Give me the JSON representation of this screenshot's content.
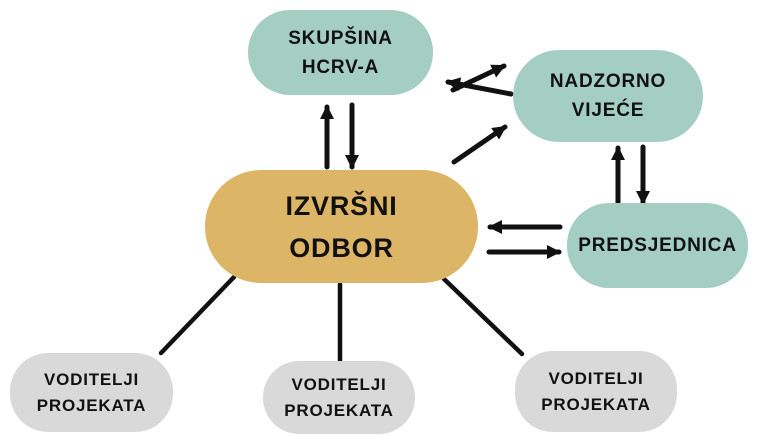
{
  "diagram": {
    "nodes": {
      "skupstina": {
        "lines": [
          "SKUPŠINA",
          "HCRV-A"
        ],
        "color": "#a5cec3"
      },
      "nadzorno": {
        "lines": [
          "NADZORNO",
          "VIJEĆE"
        ],
        "color": "#a5cec3"
      },
      "izvrsni": {
        "lines": [
          "IZVRŠNI",
          "ODBOR"
        ],
        "color": "#dcb566"
      },
      "predsjednica": {
        "lines": [
          "PREDSJEDNICA"
        ],
        "color": "#a5cec3"
      },
      "voditelji_1": {
        "lines": [
          "VODITELJI",
          "PROJEKATA"
        ],
        "color": "#d9d9d9"
      },
      "voditelji_2": {
        "lines": [
          "VODITELJI",
          "PROJEKATA"
        ],
        "color": "#d9d9d9"
      },
      "voditelji_3": {
        "lines": [
          "VODITELJI",
          "PROJEKATA"
        ],
        "color": "#d9d9d9"
      }
    },
    "edges": [
      {
        "between": [
          "skupstina",
          "izvrsni"
        ],
        "type": "double-arrow",
        "orientation": "vertical"
      },
      {
        "between": [
          "skupstina",
          "nadzorno"
        ],
        "type": "double-arrow",
        "orientation": "diagonal"
      },
      {
        "between": [
          "izvrsni",
          "nadzorno"
        ],
        "type": "single-arrow",
        "direction": "izvrsni-to-nadzorno"
      },
      {
        "between": [
          "izvrsni",
          "predsjednica"
        ],
        "type": "double-arrow",
        "orientation": "horizontal"
      },
      {
        "between": [
          "nadzorno",
          "predsjednica"
        ],
        "type": "double-arrow",
        "orientation": "vertical"
      },
      {
        "between": [
          "izvrsni",
          "voditelji_1"
        ],
        "type": "line"
      },
      {
        "between": [
          "izvrsni",
          "voditelji_2"
        ],
        "type": "line"
      },
      {
        "between": [
          "izvrsni",
          "voditelji_3"
        ],
        "type": "line"
      }
    ],
    "colors": {
      "teal": "#a5cec3",
      "gold": "#dcb566",
      "gray": "#d9d9d9",
      "line": "#111111",
      "text": "#111111",
      "background": "#ffffff"
    }
  }
}
